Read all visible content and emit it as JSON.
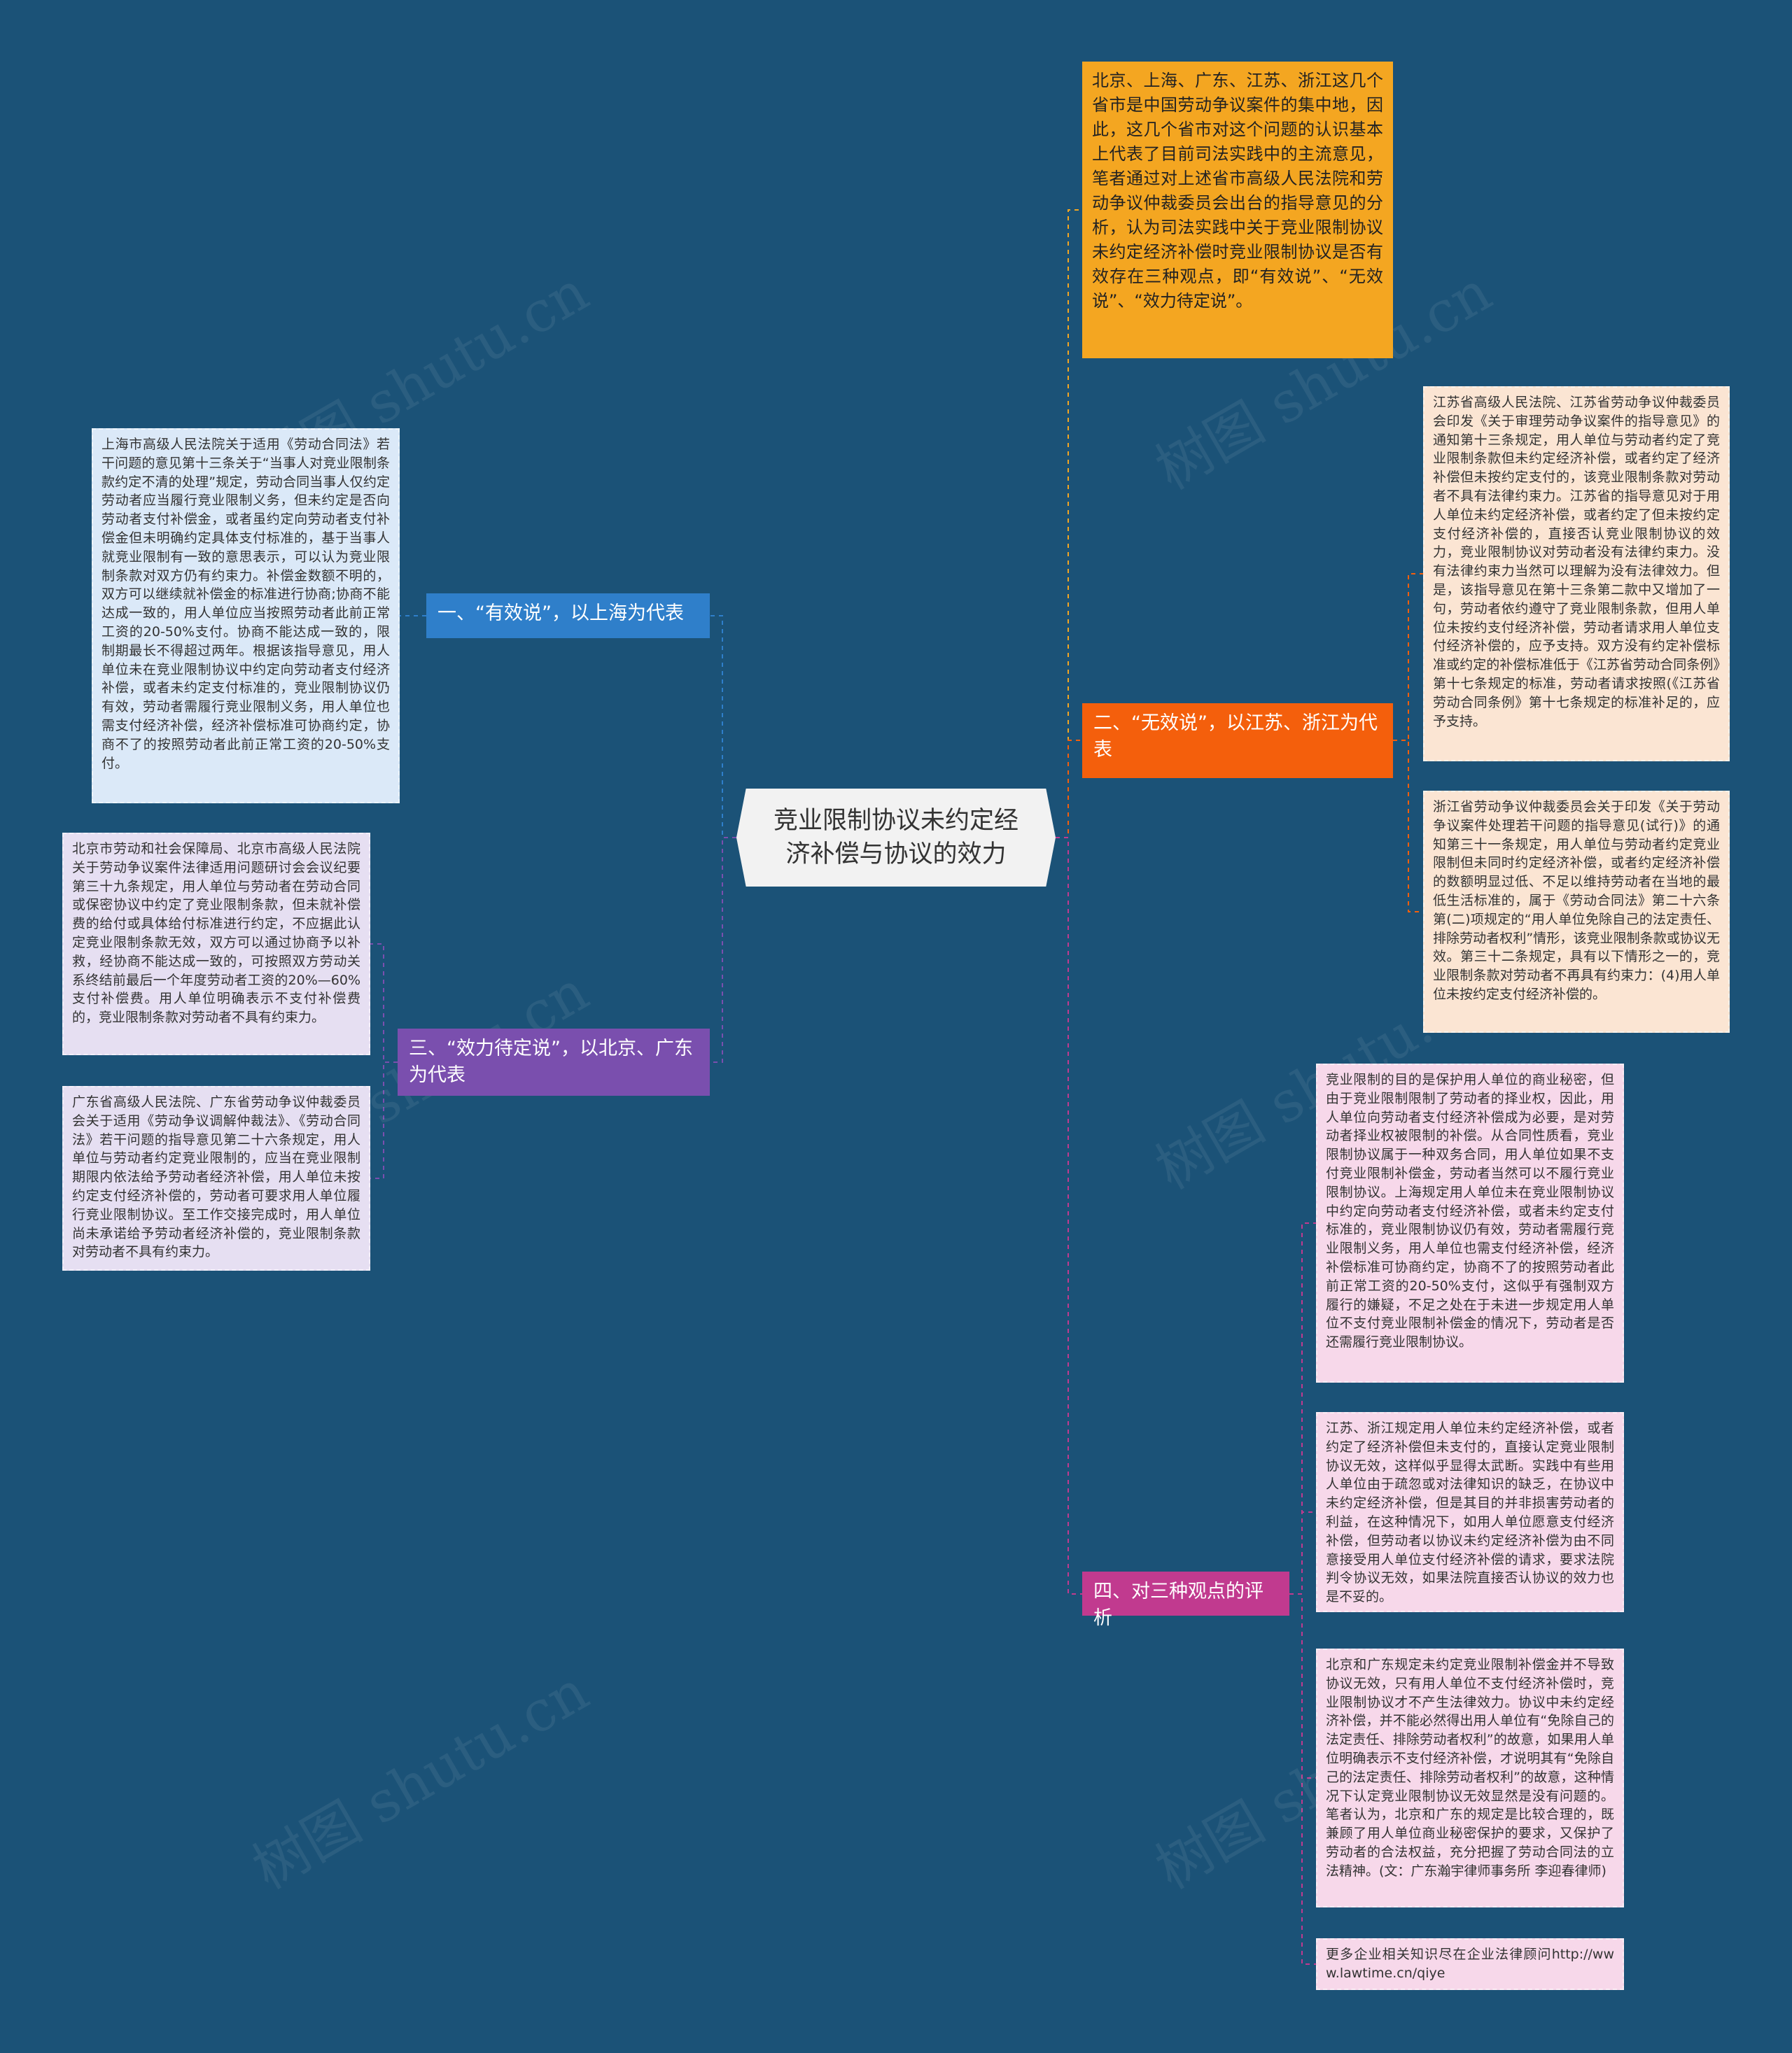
{
  "central": {
    "title": "竞业限制协议未约定经济补偿与协议的效力"
  },
  "intro": "北京、上海、广东、江苏、浙江这几个省市是中国劳动争议案件的集中地，因此，这几个省市对这个问题的认识基本上代表了目前司法实践中的主流意见，笔者通过对上述省市高级人民法院和劳动争议仲裁委员会出台的指导意见的分析，认为司法实践中关于竞业限制协议未约定经济补偿时竞业限制协议是否有效存在三种观点，即“有效说”、“无效说”、“效力待定说”。",
  "branches": [
    {
      "label": "一、“有效说”，以上海为代表",
      "color": "#2f7fca",
      "leaves": [
        "上海市高级人民法院关于适用《劳动合同法》若干问题的意见第十三条关于“当事人对竞业限制条款约定不清的处理”规定，劳动合同当事人仅约定劳动者应当履行竞业限制义务，但未约定是否向劳动者支付补偿金，或者虽约定向劳动者支付补偿金但未明确约定具体支付标准的，基于当事人就竞业限制有一致的意思表示，可以认为竞业限制条款对双方仍有约束力。补偿金数额不明的，双方可以继续就补偿金的标准进行协商;协商不能达成一致的，用人单位应当按照劳动者此前正常工资的20-50%支付。协商不能达成一致的，限制期最长不得超过两年。根据该指导意见，用人单位未在竞业限制协议中约定向劳动者支付经济补偿，或者未约定支付标准的，竞业限制协议仍有效，劳动者需履行竞业限制义务，用人单位也需支付经济补偿，经济补偿标准可协商约定，协商不了的按照劳动者此前正常工资的20-50%支付。"
      ]
    },
    {
      "label": "二、“无效说”，以江苏、浙江为代表",
      "color": "#f45f0c",
      "leaves": [
        "江苏省高级人民法院、江苏省劳动争议仲裁委员会印发《关于审理劳动争议案件的指导意见》的通知第十三条规定，用人单位与劳动者约定了竞业限制条款但未约定经济补偿，或者约定了经济补偿但未按约定支付的，该竞业限制条款对劳动者不具有法律约束力。江苏省的指导意见对于用人单位未约定经济补偿，或者约定了但未按约定支付经济补偿的，直接否认竞业限制协议的效力，竞业限制协议对劳动者没有法律约束力。没有法律约束力当然可以理解为没有法律效力。但是，该指导意见在第十三条第二款中又增加了一句，劳动者依约遵守了竞业限制条款，但用人单位未按约支付经济补偿，劳动者请求用人单位支付经济补偿的，应予支持。双方没有约定补偿标准或约定的补偿标准低于《江苏省劳动合同条例》第十七条规定的标准，劳动者请求按照(《江苏省劳动合同条例》第十七条规定的标准补足的，应予支持。",
        "浙江省劳动争议仲裁委员会关于印发《关于劳动争议案件处理若干问题的指导意见(试行)》的通知第三十一条规定，用人单位与劳动者约定竞业限制但未同时约定经济补偿，或者约定经济补偿的数额明显过低、不足以维持劳动者在当地的最低生活标准的，属于《劳动合同法》第二十六条第(二)项规定的“用人单位免除自己的法定责任、排除劳动者权利”情形，该竞业限制条款或协议无效。第三十二条规定，具有以下情形之一的，竞业限制条款对劳动者不再具有约束力：(4)用人单位未按约定支付经济补偿的。"
      ]
    },
    {
      "label": "三、“效力待定说”，以北京、广东为代表",
      "color": "#7a4fae",
      "leaves": [
        "北京市劳动和社会保障局、北京市高级人民法院关于劳动争议案件法律适用问题研讨会会议纪要第三十九条规定，用人单位与劳动者在劳动合同或保密协议中约定了竞业限制条款，但未就补偿费的给付或具体给付标准进行约定，不应据此认定竞业限制条款无效，双方可以通过协商予以补救，经协商不能达成一致的，可按照双方劳动关系终结前最后一个年度劳动者工资的20%—60%支付补偿费。用人单位明确表示不支付补偿费的，竞业限制条款对劳动者不具有约束力。",
        "广东省高级人民法院、广东省劳动争议仲裁委员会关于适用《劳动争议调解仲裁法》、《劳动合同法》若干问题的指导意见第二十六条规定，用人单位与劳动者约定竞业限制的，应当在竞业限制期限内依法给予劳动者经济补偿，用人单位未按约定支付经济补偿的，劳动者可要求用人单位履行竞业限制协议。至工作交接完成时，用人单位尚未承诺给予劳动者经济补偿的，竞业限制条款对劳动者不具有约束力。"
      ]
    },
    {
      "label": "四、对三种观点的评析",
      "color": "#c13a8f",
      "leaves": [
        "竞业限制的目的是保护用人单位的商业秘密，但由于竞业限制限制了劳动者的择业权，因此，用人单位向劳动者支付经济补偿成为必要，是对劳动者择业权被限制的补偿。从合同性质看，竞业限制协议属于一种双务合同，用人单位如果不支付竞业限制补偿金，劳动者当然可以不履行竞业限制协议。上海规定用人单位未在竞业限制协议中约定向劳动者支付经济补偿，或者未约定支付标准的，竞业限制协议仍有效，劳动者需履行竞业限制义务，用人单位也需支付经济补偿，经济补偿标准可协商约定，协商不了的按照劳动者此前正常工资的20-50%支付，这似乎有强制双方履行的嫌疑，不足之处在于未进一步规定用人单位不支付竞业限制补偿金的情况下，劳动者是否还需履行竞业限制协议。",
        "江苏、浙江规定用人单位未约定经济补偿，或者约定了经济补偿但未支付的，直接认定竞业限制协议无效，这样似乎显得太武断。实践中有些用人单位由于疏忽或对法律知识的缺乏，在协议中未约定经济补偿，但是其目的并非损害劳动者的利益，在这种情况下，如用人单位愿意支付经济补偿，但劳动者以协议未约定经济补偿为由不同意接受用人单位支付经济补偿的请求，要求法院判令协议无效，如果法院直接否认协议的效力也是不妥的。",
        "北京和广东规定未约定竞业限制补偿金并不导致协议无效，只有用人单位不支付经济补偿时，竞业限制协议才不产生法律效力。协议中未约定经济补偿，并不能必然得出用人单位有“免除自己的法定责任、排除劳动者权利”的故意，如果用人单位明确表示不支付经济补偿，才说明其有“免除自己的法定责任、排除劳动者权利”的故意，这种情况下认定竞业限制协议无效显然是没有问题的。笔者认为，北京和广东的规定是比较合理的，既兼顾了用人单位商业秘密保护的要求，又保护了劳动者的合法权益，充分把握了劳动合同法的立法精神。(文：广东瀚宇律师事务所  李迎春律师)",
        "更多企业相关知识尽在企业法律顾问http://www.lawtime.cn/qiye"
      ]
    }
  ],
  "watermark": "树图 shutu.cn",
  "colors": {
    "background": "#1b5277",
    "central": "#f2f2f2",
    "intro": "#f4a621"
  }
}
